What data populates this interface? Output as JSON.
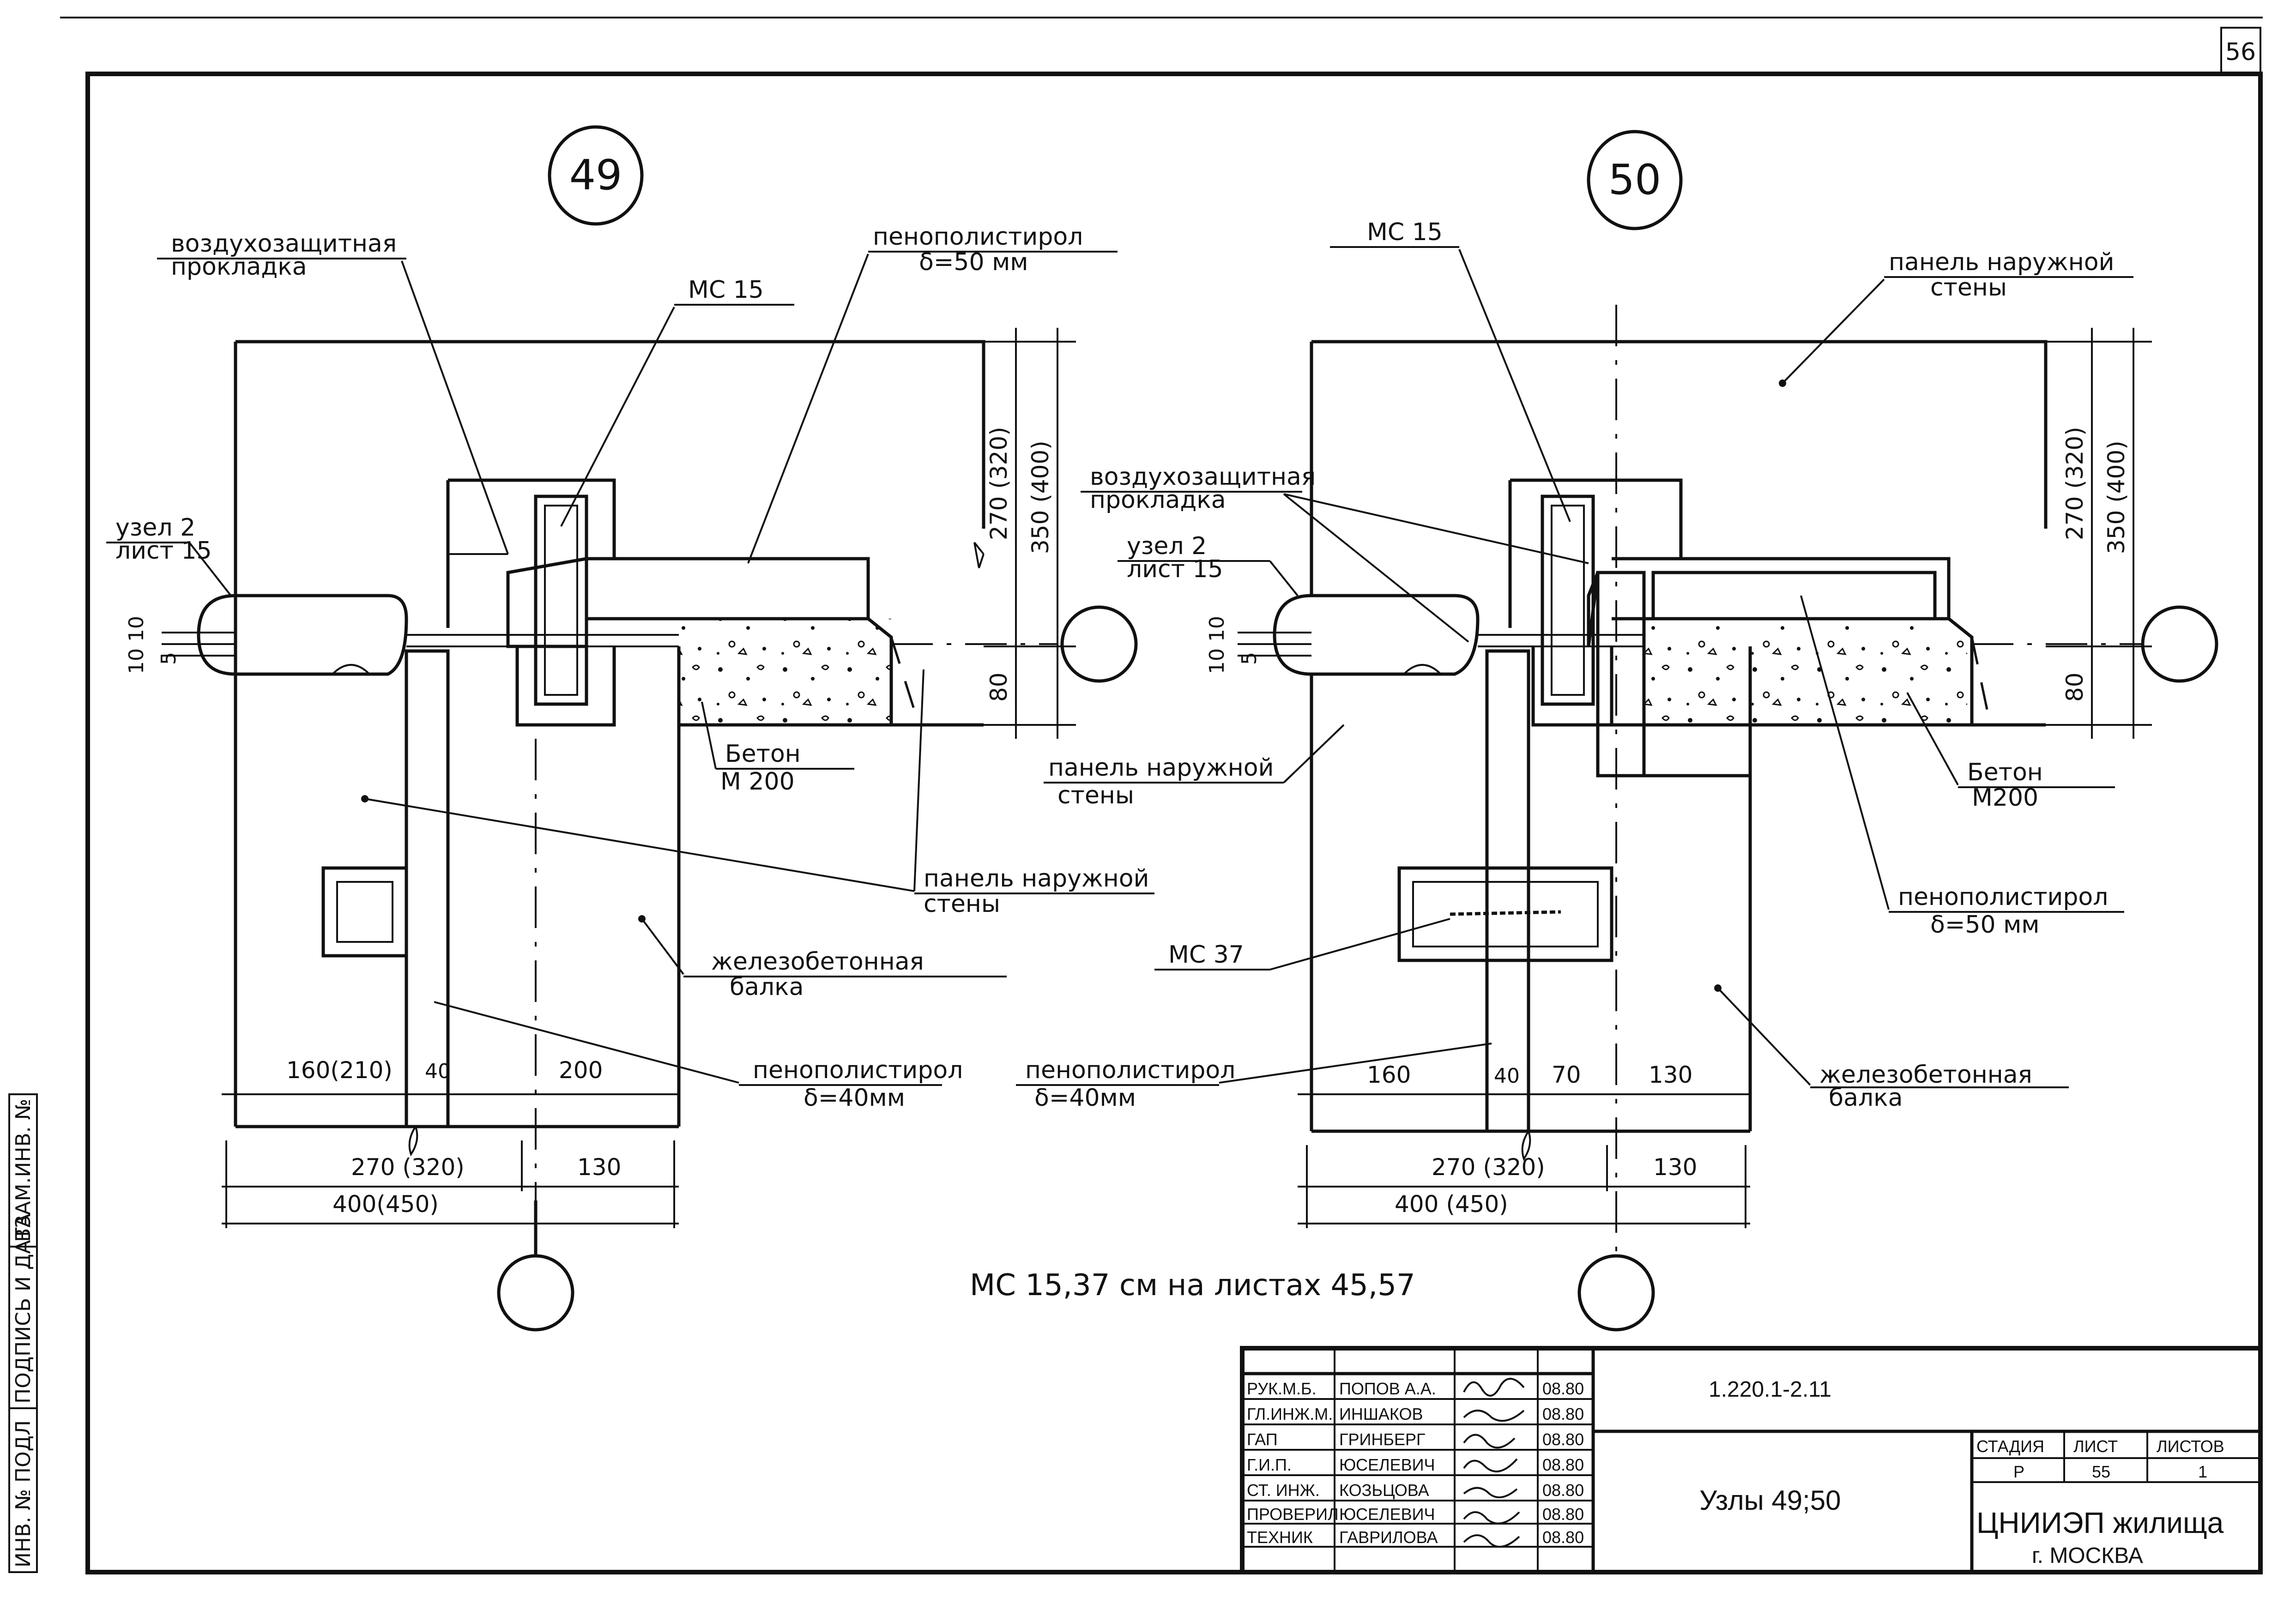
{
  "sheet": {
    "page_number": "56",
    "note": "МС 15,37 см на листах 45,57"
  },
  "side_stamp": {
    "col1": "ИНВ. № ПОДЛ",
    "col2": "ПОДПИСЬ И ДАТА",
    "col3": "ВЗАМ.ИНВ. №"
  },
  "node49": {
    "number": "49",
    "labels": {
      "air_layer_1": "воздухозащитная",
      "air_layer_2": "прокладка",
      "mc15": "МС 15",
      "foam_top_1": "пенополистирол",
      "foam_top_2": "δ=50 мм",
      "node_ref_1": "узел 2",
      "node_ref_2": "лист 15",
      "concrete_1": "Бетон",
      "concrete_2": "М 200",
      "panel_1": "панель наружной",
      "panel_2": "стены",
      "beam_1": "железобетонная",
      "beam_2": "балка",
      "foam_bot_1": "пенополистирол",
      "foam_bot_2": "δ=40мм"
    },
    "dims": {
      "v1": "270 (320)",
      "v2": "350 (400)",
      "v3": "80",
      "small": "10 10",
      "small2": "5",
      "h1": "160(210)",
      "h2": "40",
      "h3": "200",
      "h4": "270 (320)",
      "h5": "130",
      "h6": "400(450)"
    }
  },
  "node50": {
    "number": "50",
    "labels": {
      "mc15": "МС 15",
      "panel_top_1": "панель наружной",
      "panel_top_2": "стены",
      "air_layer_1": "воздухозащитная",
      "air_layer_2": "прокладка",
      "node_ref_1": "узел 2",
      "node_ref_2": "лист 15",
      "panel_mid_1": "панель наружной",
      "panel_mid_2": "стены",
      "concrete_1": "Бетон",
      "concrete_2": "М200",
      "foam_right_1": "пенополистирол",
      "foam_right_2": "δ=50 мм",
      "mc37": "МС 37",
      "foam_bot_1": "пенополистирол",
      "foam_bot_2": "δ=40мм",
      "beam_1": "железобетонная",
      "beam_2": "балка"
    },
    "dims": {
      "v1": "270 (320)",
      "v2": "350 (400)",
      "v3": "80",
      "small": "10 10",
      "small2": "5",
      "h1": "160",
      "h2": "40",
      "h3": "70",
      "h4": "130",
      "h5": "270 (320)",
      "h6": "130",
      "h7": "400 (450)"
    }
  },
  "title_block": {
    "doc_code": "1.220.1-2.11",
    "title": "Узлы 49;50",
    "stage_header": "СТАДИЯ",
    "sheet_header": "ЛИСТ",
    "sheets_header": "ЛИСТОВ",
    "stage": "Р",
    "sheet": "55",
    "sheets": "1",
    "org_1": "ЦНИИЭП жилища",
    "org_2": "г. МОСКВА",
    "rows": [
      {
        "role": "РУК.М.Б.",
        "name": "ПОПОВ А.А.",
        "date": "08.80"
      },
      {
        "role": "ГЛ.ИНЖ.М.",
        "name": "ИНШАКОВ",
        "date": "08.80"
      },
      {
        "role": "ГАП",
        "name": "ГРИНБЕРГ",
        "date": "08.80"
      },
      {
        "role": "Г.И.П.",
        "name": "ЮСЕЛЕВИЧ",
        "date": "08.80"
      },
      {
        "role": "СТ. ИНЖ.",
        "name": "КОЗЬЦОВА",
        "date": "08.80"
      },
      {
        "role": "ПРОВЕРИЛ",
        "name": "ЮСЕЛЕВИЧ",
        "date": "08.80"
      },
      {
        "role": "ТЕХНИК",
        "name": "ГАВРИЛОВА",
        "date": "08.80"
      }
    ]
  }
}
